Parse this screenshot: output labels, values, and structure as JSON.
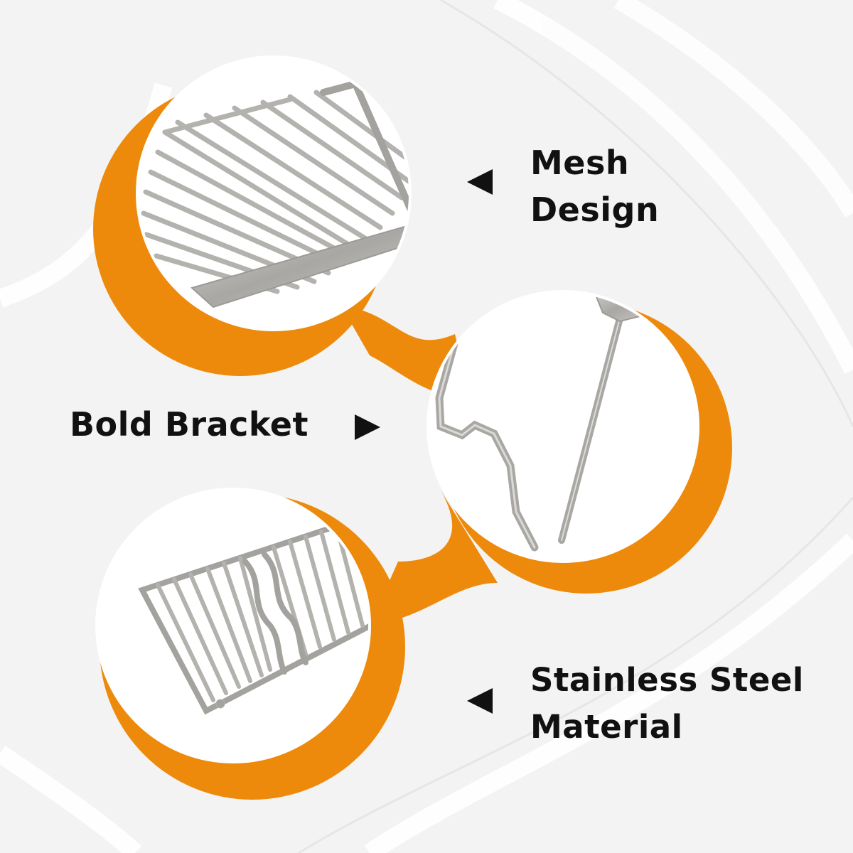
{
  "features": [
    {
      "lines": [
        "Mesh",
        "Design"
      ],
      "arrow": "left"
    },
    {
      "lines": [
        "Bold Bracket"
      ],
      "arrow": "right"
    },
    {
      "lines": [
        "Stainless Steel",
        "Material"
      ],
      "arrow": "left"
    }
  ],
  "colors": {
    "accent": "#ED8A0B",
    "text": "#111111",
    "background": "#F3F3F3",
    "steel": "#B4B2AE"
  },
  "icons": [
    "arrow-left-icon",
    "arrow-right-icon"
  ]
}
